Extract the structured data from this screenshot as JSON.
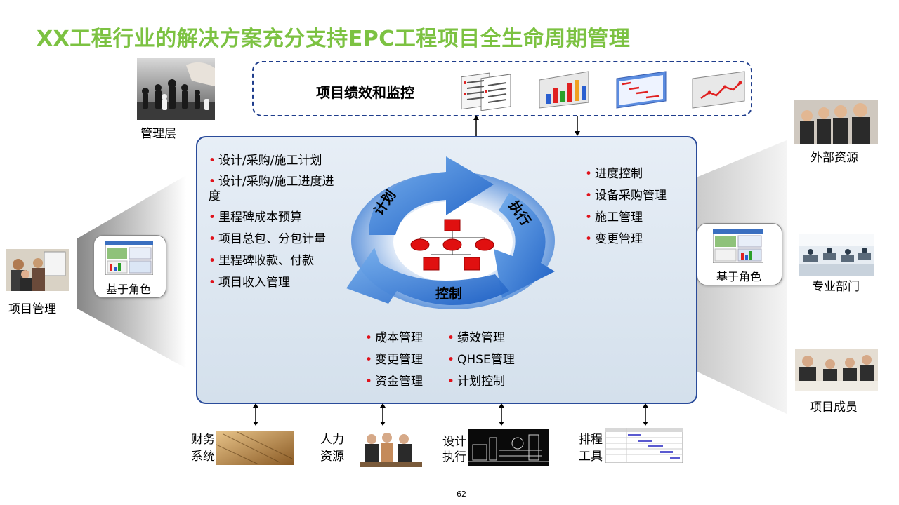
{
  "title": "XX工程行业的解决方案充分支持EPC工程项目全生命周期管理",
  "monitor": {
    "label": "项目绩效和监控",
    "icons": [
      "report-list-icon",
      "bar-chart-icon",
      "gantt-icon",
      "line-chart-icon"
    ]
  },
  "cycle": {
    "plan": "计划",
    "execute": "执行",
    "control": "控制"
  },
  "plan_items": [
    "设计/采购/施工计划",
    "设计/采购/施工进度进度",
    "里程碑成本预算",
    "项目总包、分包计量",
    "里程碑收款、付款",
    "项目收入管理"
  ],
  "execute_items": [
    "进度控制",
    "设备采购管理",
    "施工管理",
    "变更管理"
  ],
  "control_items_left": [
    "成本管理",
    "变更管理",
    "资金管理"
  ],
  "control_items_right": [
    "绩效管理",
    "QHSE管理",
    "计划控制"
  ],
  "roles": {
    "management": "管理层",
    "project_mgmt": "项目管理",
    "external": "外部资源",
    "department": "专业部门",
    "members": "项目成员",
    "role_left": "基于角色",
    "role_right": "基于角色"
  },
  "bottom": {
    "finance": [
      "财务",
      "系统"
    ],
    "hr": [
      "人力",
      "资源"
    ],
    "design": [
      "设计",
      "执行"
    ],
    "schedule": [
      "排程",
      "工具"
    ]
  },
  "page_number": "62",
  "colors": {
    "title": "#7cc242",
    "bullet": "#e0121b",
    "border": "#2a4b9a",
    "cycle": "#3a7fd5"
  }
}
